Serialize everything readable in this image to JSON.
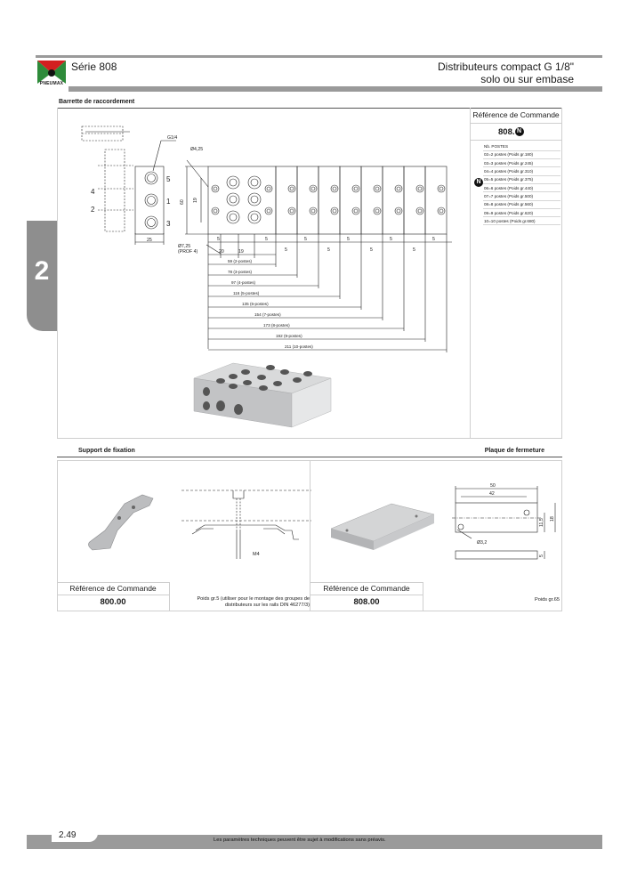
{
  "header": {
    "logo_text": "PNEUMAX",
    "series": "Série 808",
    "title_line1": "Distributeurs compact G 1/8\"",
    "title_line2": "solo ou sur embase",
    "brand_color": "#2e8b3a"
  },
  "side_tab": {
    "chapter": "2"
  },
  "section1": {
    "title": "Barrette de raccordement",
    "reference_heading": "Référence de Commande",
    "reference_code": "808.",
    "reference_badge": "N",
    "table": {
      "header": "Nb. POSTES",
      "rows": [
        "02=2 postes (Poids gr.180)",
        "03=3 postes (Poids gr.245)",
        "04=4 postes (Poids gr.310)",
        "05=5 postes (Poids gr.375)",
        "06=6 postes (Poids gr.440)",
        "07=7 postes (Poids gr.500)",
        "08=8 postes (Poids gr.560)",
        "09=9 postes (Poids gr.620)",
        "10=10 postes (Poids gr.680)"
      ]
    },
    "drawing": {
      "thread_label": "G1/4",
      "hole_label": "Ø4,25",
      "port_labels": [
        "5",
        "1",
        "3"
      ],
      "side_labels": [
        "4",
        "2"
      ],
      "dim_height_outer": "60",
      "dim_height_inner": "19",
      "dim_width_side": "25",
      "bore_label": "Ø7,25",
      "bore_depth": "(PROF 4)",
      "dim_first": "20",
      "dim_second": "19",
      "pitch": "5",
      "lengths": [
        "59 (2-postes)",
        "78 (3-postes)",
        "97 (4-postes)",
        "116 (5-postes)",
        "135 (6-postes)",
        "154 (7-postes)",
        "173 (8-postes)",
        "192 (9-postes)",
        "211 (10-postes)"
      ]
    }
  },
  "section2": {
    "title_left": "Support de fixation",
    "title_right": "Plaque de fermeture",
    "left": {
      "reference_heading": "Référence de Commande",
      "reference_code": "800.00",
      "note": "Poids gr.5 (utiliser pour le montage des groupes de distributeurs sur les rails DIN 46277/3)",
      "thread_label": "M4"
    },
    "right": {
      "reference_heading": "Référence de Commande",
      "reference_code": "808.00",
      "note": "Poids gr.65",
      "dim_outer": "50",
      "dim_inner": "42",
      "dim_h1": "11,5",
      "dim_h2": "18",
      "hole_label": "Ø3,2",
      "thickness": "5"
    }
  },
  "footer": {
    "page_number": "2.49",
    "note": "Les paramètres techniques peuvent être sujet à modifications sans préavis."
  }
}
